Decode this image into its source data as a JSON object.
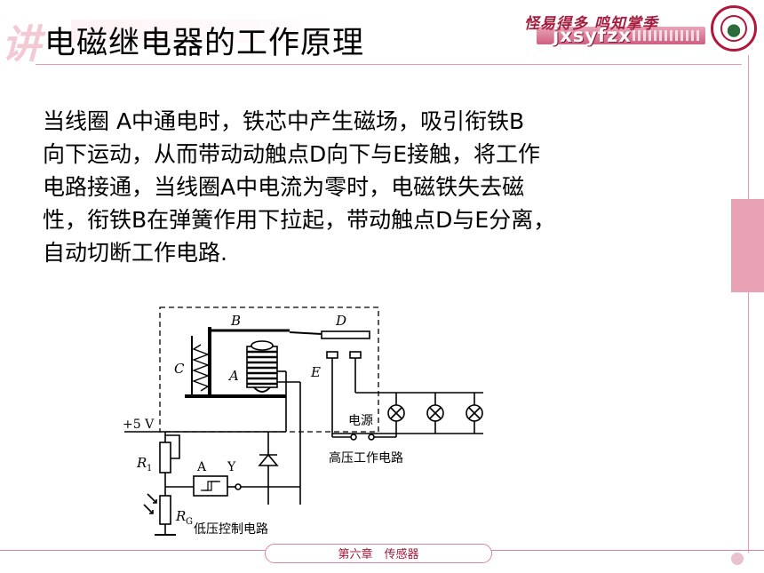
{
  "header": {
    "title": "电磁继电器的工作原理",
    "brand_slogan": "怪易得多 鸣知掌季",
    "brand_name": "jxsyfzx"
  },
  "body": {
    "paragraph": "当线圈 A中通电时，铁芯中产生磁场，吸引衔铁B\n向下运动，从而带动动触点D向下与E接触，将工作\n电路接通，当线圈A中电流为零时，电磁铁失去磁\n性，衔铁B在弹簧作用下拉起，带动触点D与E分离，\n自动切断工作电路."
  },
  "diagram": {
    "labels": {
      "B": "B",
      "D": "D",
      "C": "C",
      "A_coil": "A",
      "E": "E",
      "supply": "+5 V",
      "R1": "R",
      "R1_sub": "1",
      "gate_A": "A",
      "gate_Y": "Y",
      "RG": "R",
      "RG_sub": "G",
      "power_source": "电源",
      "high_voltage_circuit": "高压工作电路",
      "low_voltage_circuit": "低压控制电路"
    }
  },
  "footer": {
    "chapter": "第六章　传感器"
  },
  "colors": {
    "accent": "#e49cb0",
    "footer_text": "#a3183a",
    "brand": "#cf5f80"
  }
}
